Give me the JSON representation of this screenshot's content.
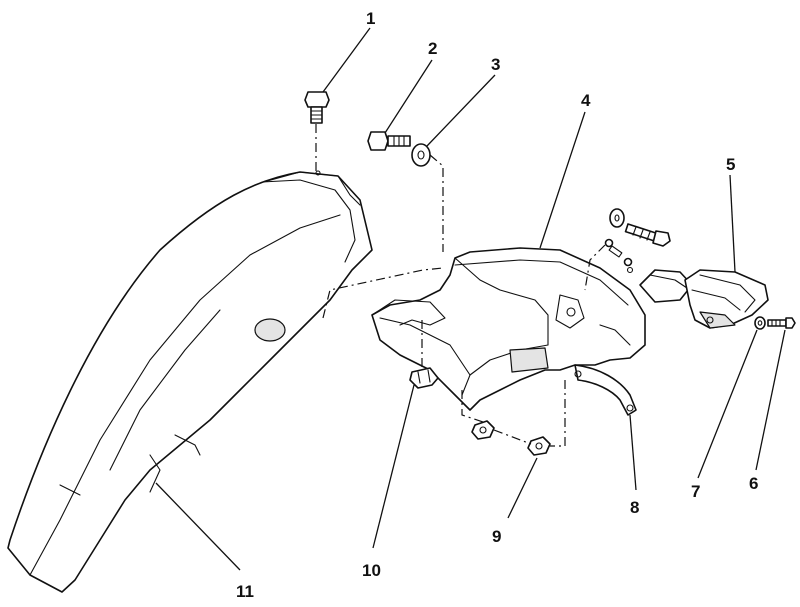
{
  "callouts": [
    {
      "id": "1",
      "label": "1"
    },
    {
      "id": "2",
      "label": "2"
    },
    {
      "id": "3",
      "label": "3"
    },
    {
      "id": "4",
      "label": "4"
    },
    {
      "id": "5",
      "label": "5"
    },
    {
      "id": "6",
      "label": "6"
    },
    {
      "id": "7",
      "label": "7"
    },
    {
      "id": "8",
      "label": "8"
    },
    {
      "id": "9",
      "label": "9"
    },
    {
      "id": "10",
      "label": "10"
    },
    {
      "id": "11",
      "label": "11"
    }
  ],
  "colors": {
    "ink": "#111111",
    "background": "#ffffff",
    "shade": "#e4e4e4"
  }
}
